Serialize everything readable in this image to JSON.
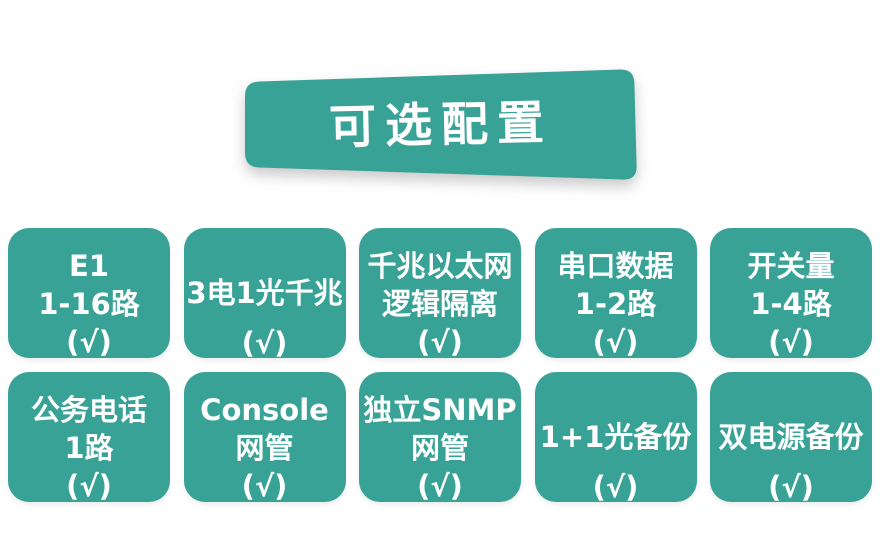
{
  "banner": {
    "title": "可选配置"
  },
  "colors": {
    "teal": "#39a296",
    "text_on_teal": "#ffffff",
    "background": "#ffffff"
  },
  "cards": [
    {
      "id": "e1",
      "lines": [
        "E1",
        "1-16路",
        "(√)"
      ]
    },
    {
      "id": "ge-ports",
      "lines": [
        "3电1光千兆",
        "(√)"
      ]
    },
    {
      "id": "gbe-isolation",
      "lines": [
        "千兆以太网",
        "逻辑隔离",
        "(√)"
      ]
    },
    {
      "id": "serial-data",
      "lines": [
        "串口数据",
        "1-2路",
        "(√)"
      ]
    },
    {
      "id": "switch-io",
      "lines": [
        "开关量",
        "1-4路",
        "(√)"
      ]
    },
    {
      "id": "service-phone",
      "lines": [
        "公务电话",
        "1路",
        "(√)"
      ]
    },
    {
      "id": "console-nm",
      "lines": [
        "Console",
        "网管",
        "(√)"
      ]
    },
    {
      "id": "snmp-nm",
      "lines": [
        "独立SNMP",
        "网管",
        "(√)"
      ]
    },
    {
      "id": "fiber-backup",
      "lines": [
        "1+1光备份",
        "(√)"
      ]
    },
    {
      "id": "power-backup",
      "lines": [
        "双电源备份",
        "(√)"
      ]
    }
  ]
}
